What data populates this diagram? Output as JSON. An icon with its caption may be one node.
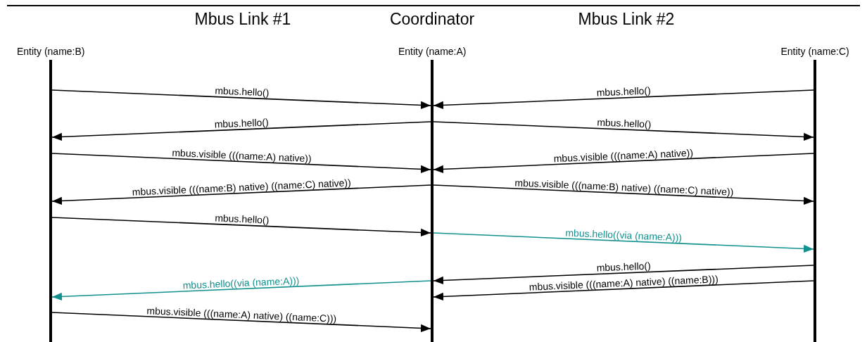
{
  "diagram": {
    "nodes": [
      {
        "text": [
          "Entity (name:B)"
        ]
      },
      {
        "text": [
          "Entity (name:A)"
        ]
      },
      {
        "text": [
          "Entity (name:C)"
        ]
      }
    ],
    "edges": [
      {
        "from": 0,
        "to": 1,
        "arrow": "to",
        "label": "mbus.hello()"
      },
      {
        "from": 2,
        "to": 1,
        "arrow": "to",
        "label": "mbus.hello()"
      },
      {
        "from": 1,
        "to": 0,
        "arrow": "to",
        "label": "mbus.hello()"
      },
      {
        "from": 1,
        "to": 2,
        "arrow": "to",
        "label": "mbus.hello()"
      },
      {
        "from": 0,
        "to": 1,
        "arrow": "to",
        "label": "mbus.visible (((name:A) native))"
      },
      {
        "from": 2,
        "to": 1,
        "arrow": "to",
        "label": "mbus.visible (((name:A) native))"
      },
      {
        "from": 1,
        "to": 0,
        "arrow": "to",
        "label": "mbus.visible (((name:B) native) ((name:C) native))"
      },
      {
        "from": 1,
        "to": 2,
        "arrow": "to",
        "label": "mbus.visible (((name:B) native) ((name:C) native))"
      },
      {
        "from": 0,
        "to": 1,
        "arrow": "to",
        "label": "mbus.hello()"
      },
      {
        "from": 1,
        "to": 2,
        "arrow": "to",
        "label": "mbus.hello((via (name:A)))",
        "color": "#13918f"
      },
      {
        "from": 2,
        "to": 1,
        "arrow": "to",
        "label": "mbus.hello()"
      },
      {
        "from": 1,
        "to": 0,
        "arrow": "to",
        "label": "mbus.hello((via (name:A)))",
        "color": "#13918f"
      },
      {
        "from": 2,
        "to": 1,
        "arrow": "to",
        "label": "mbus.visible (((name:A) native) ((name:B)))"
      },
      {
        "from": 0,
        "to": 1,
        "arrow": "to",
        "label": "mbus.visible (((name:A) native) ((name:C)))"
      }
    ],
    "labels": [
      "Mbus Link #1",
      "Coordinator",
      "Mbus Link #2"
    ]
  }
}
